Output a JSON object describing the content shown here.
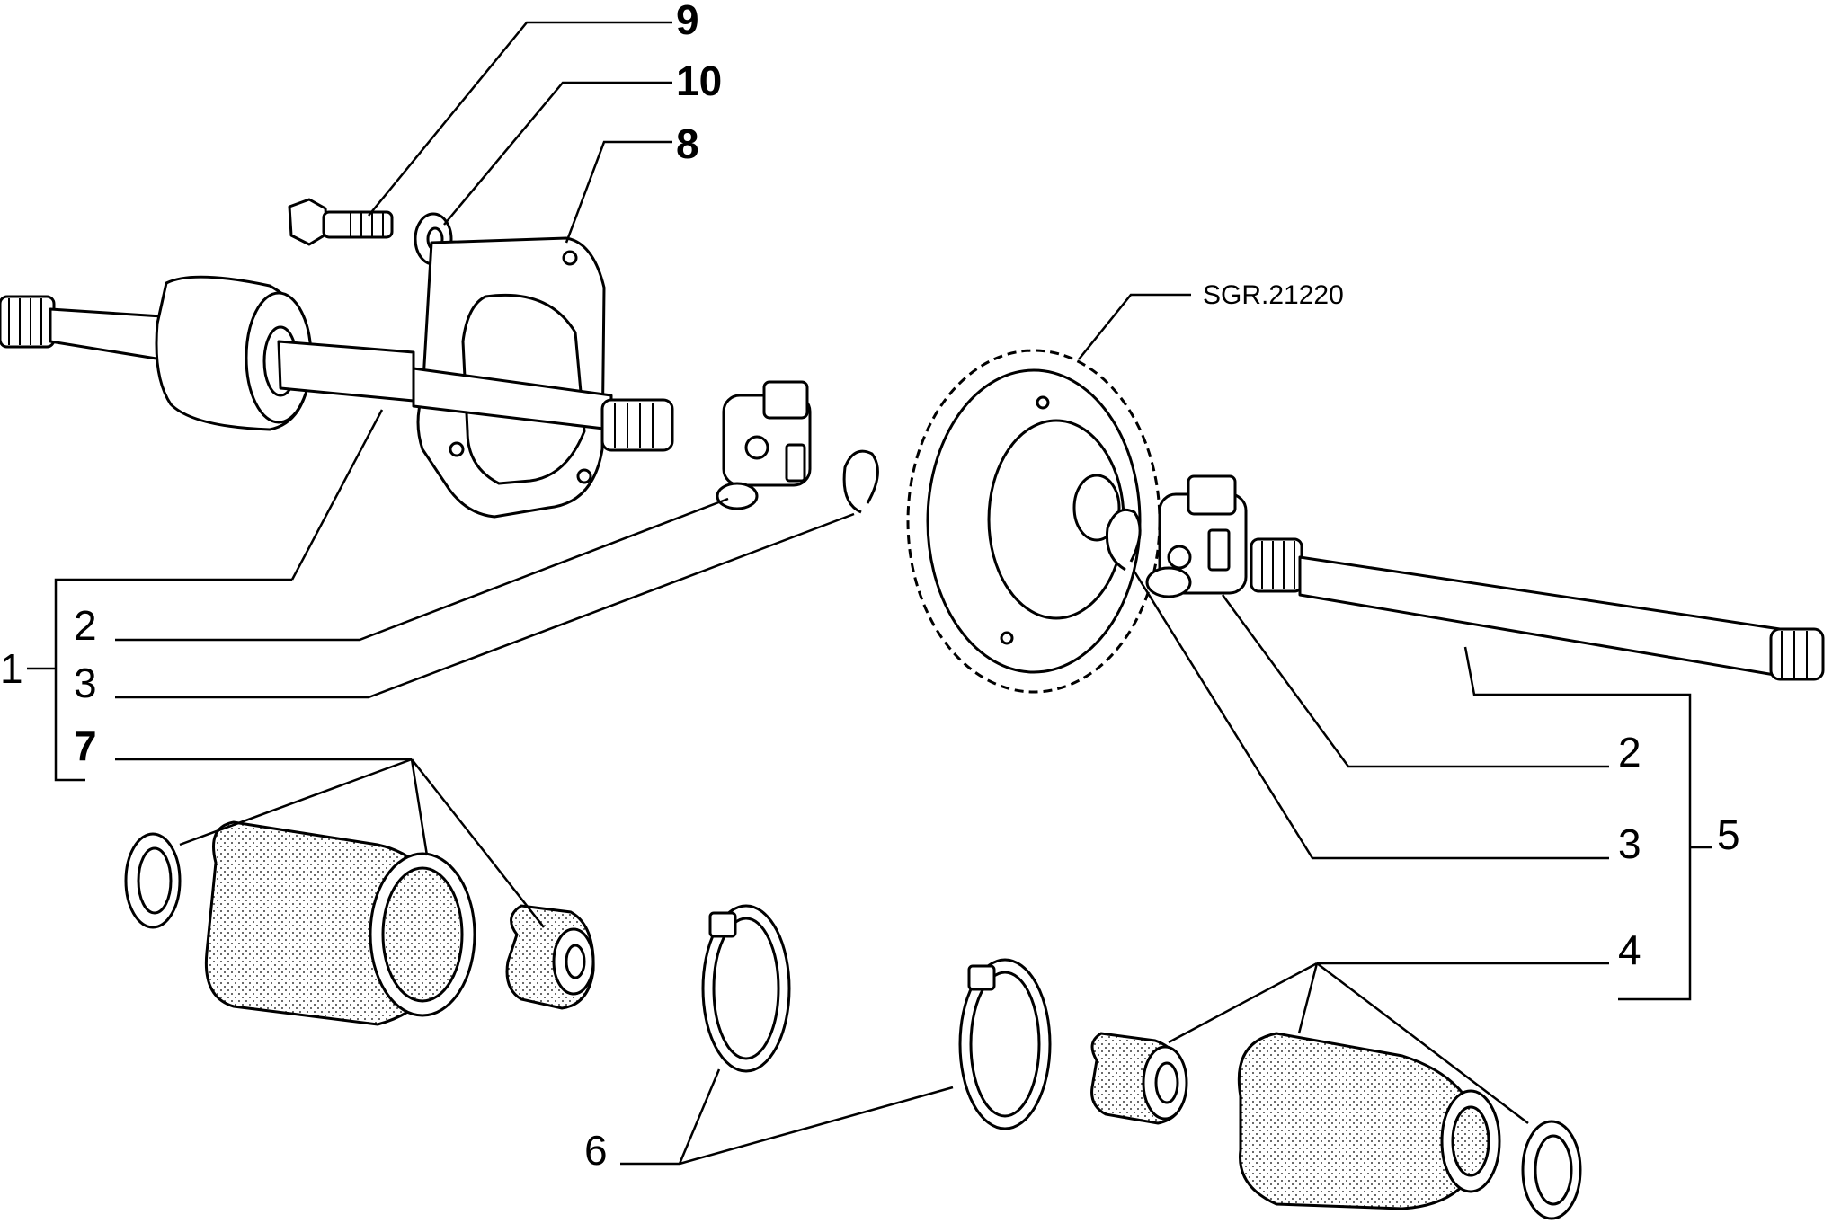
{
  "diagram": {
    "reference_code": "SGR.21220",
    "callouts": {
      "c9": "9",
      "c10": "10",
      "c8": "8",
      "c1": "1",
      "c2_left": "2",
      "c3_left": "3",
      "c7": "7",
      "c2_right": "2",
      "c3_right": "3",
      "c5": "5",
      "c4": "4",
      "c6": "6"
    }
  }
}
